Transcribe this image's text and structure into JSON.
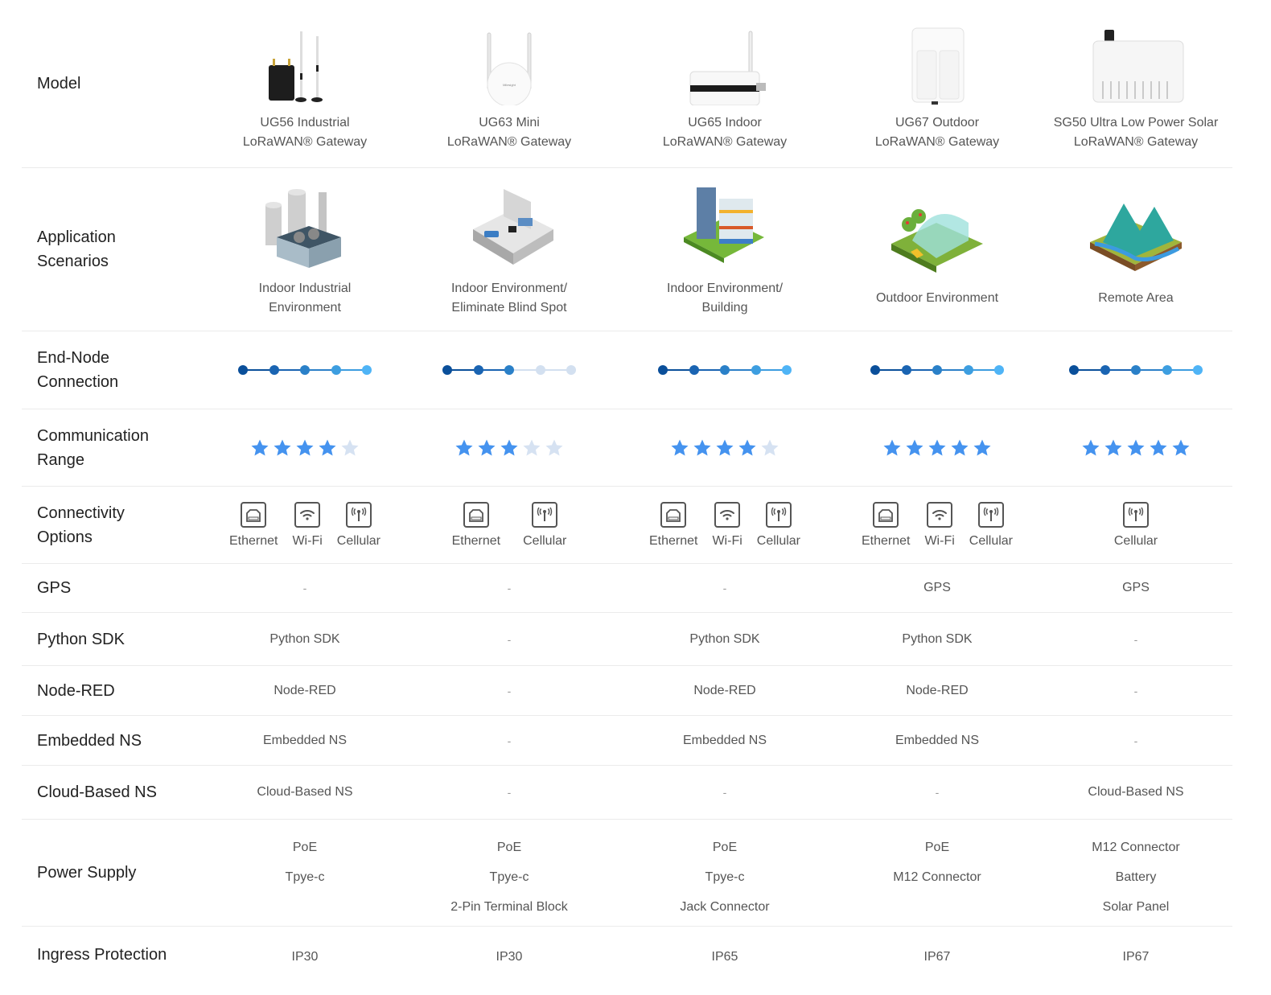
{
  "colors": {
    "node_line_active": [
      "#0a4f9a",
      "#1a64b2",
      "#2c80c8",
      "#3d9de0"
    ],
    "node_dots_active": [
      "#0a4f9a",
      "#1a64b2",
      "#2a80c8",
      "#3d9ee0",
      "#4fb4f6"
    ],
    "node_inactive": "#d3e0f0",
    "star_active": "#4593ef",
    "star_inactive": "#d6e2f2",
    "separator": "#ebebeb"
  },
  "rows": {
    "model": {
      "label": "Model",
      "products": [
        {
          "line1": "UG56 Industrial",
          "line2": "LoRaWAN® Gateway",
          "image": "black-industrial-gateway-with-antennas"
        },
        {
          "line1": "UG63 Mini",
          "line2": "LoRaWAN® Gateway",
          "image": "white-round-gateway-two-antennas"
        },
        {
          "line1": "UG65 Indoor",
          "line2": "LoRaWAN® Gateway",
          "image": "white-box-gateway-with-antenna"
        },
        {
          "line1": "UG67 Outdoor",
          "line2": "LoRaWAN® Gateway",
          "image": "white-outdoor-enclosure-gateway"
        },
        {
          "line1": "SG50 Ultra Low Power Solar",
          "line2": "LoRaWAN® Gateway",
          "image": "white-solar-gateway-enclosure"
        }
      ]
    },
    "scenarios": {
      "label_line1": "Application",
      "label_line2": "Scenarios",
      "items": [
        {
          "line1": "Indoor Industrial",
          "line2": "Environment",
          "image": "factory-illustration"
        },
        {
          "line1": "Indoor Environment/",
          "line2": "Eliminate Blind Spot",
          "image": "house-cutaway-illustration"
        },
        {
          "line1": "Indoor Environment/",
          "line2": "Building",
          "image": "building-illustration"
        },
        {
          "line1": "Outdoor Environment",
          "line2": "",
          "image": "greenhouse-illustration"
        },
        {
          "line1": "Remote Area",
          "line2": "",
          "image": "mountain-river-illustration"
        }
      ]
    },
    "end_node": {
      "label_line1": "End-Node",
      "label_line2": "Connection",
      "levels": [
        5,
        3,
        5,
        5,
        5
      ],
      "max": 5
    },
    "range": {
      "label_line1": "Communication",
      "label_line2": "Range",
      "stars": [
        4,
        3,
        4,
        5,
        5
      ],
      "max": 5
    },
    "connectivity": {
      "label_line1": "Connectivity",
      "label_line2": "Options",
      "options": [
        [
          {
            "icon": "ethernet-icon",
            "label": "Ethernet"
          },
          {
            "icon": "wifi-icon",
            "label": "Wi-Fi"
          },
          {
            "icon": "cellular-icon",
            "label": "Cellular"
          }
        ],
        [
          {
            "icon": "ethernet-icon",
            "label": "Ethernet"
          },
          {
            "icon": "cellular-icon",
            "label": "Cellular"
          }
        ],
        [
          {
            "icon": "ethernet-icon",
            "label": "Ethernet"
          },
          {
            "icon": "wifi-icon",
            "label": "Wi-Fi"
          },
          {
            "icon": "cellular-icon",
            "label": "Cellular"
          }
        ],
        [
          {
            "icon": "ethernet-icon",
            "label": "Ethernet"
          },
          {
            "icon": "wifi-icon",
            "label": "Wi-Fi"
          },
          {
            "icon": "cellular-icon",
            "label": "Cellular"
          }
        ],
        [
          {
            "icon": "cellular-icon",
            "label": "Cellular"
          }
        ]
      ]
    },
    "gps": {
      "label": "GPS",
      "values": [
        "-",
        "-",
        "-",
        "GPS",
        "GPS"
      ]
    },
    "python_sdk": {
      "label": "Python SDK",
      "values": [
        "Python SDK",
        "-",
        "Python SDK",
        "Python SDK",
        "-"
      ]
    },
    "node_red": {
      "label": "Node-RED",
      "values": [
        "Node-RED",
        "-",
        "Node-RED",
        "Node-RED",
        "-"
      ]
    },
    "embedded_ns": {
      "label": "Embedded NS",
      "values": [
        "Embedded NS",
        "-",
        "Embedded NS",
        "Embedded NS",
        "-"
      ]
    },
    "cloud_ns": {
      "label": "Cloud-Based NS",
      "values": [
        "Cloud-Based NS",
        "-",
        "-",
        "-",
        "Cloud-Based NS"
      ]
    },
    "power": {
      "label": "Power Supply",
      "values": [
        [
          "PoE",
          "Tpye-c",
          ""
        ],
        [
          "PoE",
          "Tpye-c",
          "2-Pin Terminal Block"
        ],
        [
          "PoE",
          "Tpye-c",
          "Jack Connector"
        ],
        [
          "PoE",
          "M12 Connector",
          ""
        ],
        [
          "M12 Connector",
          "Battery",
          "Solar Panel"
        ]
      ]
    },
    "ingress": {
      "label": "Ingress Protection",
      "values": [
        "IP30",
        "IP30",
        "IP65",
        "IP67",
        "IP67"
      ]
    }
  }
}
